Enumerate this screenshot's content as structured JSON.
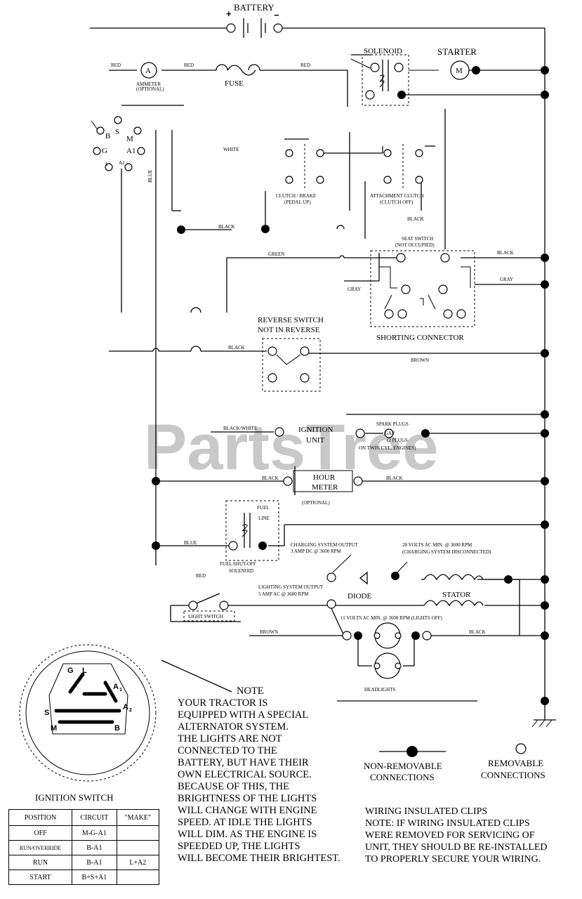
{
  "watermark": "PartsTree",
  "labels": {
    "battery": "BATTERY",
    "plus": "+",
    "minus": "−",
    "solenoid": "SOLENOID",
    "starter": "STARTER",
    "starter_motor": "M",
    "ammeter_letter": "A",
    "ammeter": "AMMETER",
    "ammeter_opt": "(OPTIONAL)",
    "fuse": "FUSE",
    "red1": "RED",
    "red2": "RED",
    "red3": "RED",
    "white": "WHITE",
    "clutch_brake": "CLUTCH / BRAKE",
    "pedal_up": "(PEDAL UP)",
    "attachment_clutch": "ATTACHMENT CLUTCH",
    "clutch_off": "(CLUTCH OFF)",
    "black1": "BLACK",
    "black_top": "BLACK",
    "seat_switch": "SEAT SWITCH",
    "not_occupied": "(NOT OCCUPIED)",
    "green": "GREEN",
    "black2": "BLACK",
    "gray1": "GRAY",
    "gray2": "GRAY",
    "blue": "BLUE",
    "shorting_connector": "SHORTING CONNECTOR",
    "reverse_switch": "REVERSE SWITCH",
    "not_in_reverse": "NOT IN REVERSE",
    "black3": "BLACK",
    "brown": "BROWN",
    "black_white": "BLACK/WHITE",
    "ignition": "IGNITION",
    "unit": "UNIT",
    "spark_plugs": "SPARK PLUGS",
    "gap": "GAP",
    "plugs2": "(2 PLUGS",
    "twin_cyl": "ON TWIN CYL. ENGINES)",
    "hour": "HOUR",
    "meter": "METER",
    "optional": "(OPTIONAL)",
    "black4": "BLACK",
    "black5": "BLACK",
    "fuel": "FUEL",
    "line": "LINE",
    "blue2": "BLUE",
    "fuel_shutoff": "FUEL SHUT-OFF",
    "solenoid2": "SOLENOID",
    "charging_output": "CHARGING SYSTEM OUTPUT",
    "charging_amp": "3 AMP DC @ 3600 RPM",
    "volts28": "28 VOLTS AC MIN. @ 3600 RPM",
    "charging_disc": "(CHARGING SYSTEM DISCONNECTED)",
    "red4": "RED",
    "lighting_output": "LIGHTING SYSTEM OUTPUT",
    "lighting_amp": "5 AMP AC @ 3600 RPM",
    "diode": "DIODE",
    "stator": "STATOR",
    "light_switch": "LIGHT SWITCH",
    "volts11": "11 VOLTS AC MIN. @ 3600 RPM (LIGHTS OFF)",
    "brown2": "BROWN",
    "black6": "BLACK",
    "headlights": "HEADLIGHTS",
    "ign_g": "G",
    "ign_l": "L",
    "ign_a1": "A",
    "ign_a1_sub": "1",
    "ign_a2": "A",
    "ign_a2_sub": "2",
    "ign_s": "S",
    "ign_m": "M",
    "ign_b": "B",
    "top_b": "B",
    "top_s": "S",
    "top_m": "M",
    "top_g": "G",
    "top_a1": "A1",
    "top_a2": "A2",
    "top_l": "L",
    "ignition_switch": "IGNITION SWITCH",
    "non_removable": "NON-REMOVABLE",
    "connections1": "CONNECTIONS",
    "removable": "REMOVABLE",
    "connections2": "CONNECTIONS"
  },
  "note": {
    "title": "NOTE",
    "lines": [
      "YOUR TRACTOR IS",
      "EQUIPPED WITH A SPECIAL",
      "ALTERNATOR SYSTEM.",
      "THE LIGHTS ARE NOT",
      "CONNECTED TO THE",
      "BATTERY, BUT HAVE THEIR",
      "OWN ELECTRICAL SOURCE.",
      "BECAUSE OF THIS, THE",
      "BRIGHTNESS OF THE LIGHTS",
      "WILL CHANGE WITH ENGINE",
      "SPEED.  AT IDLE THE LIGHTS",
      "WILL DIM.  AS THE ENGINE IS",
      "SPEEDED UP, THE LIGHTS",
      "WILL BECOME THEIR BRIGHTEST."
    ]
  },
  "clips_note": {
    "lines": [
      "WIRING INSULATED CLIPS",
      "NOTE:  IF WIRING INSULATED CLIPS",
      "WERE REMOVED FOR SERVICING OF",
      "UNIT, THEY SHOULD BE RE-INSTALLED",
      "TO PROPERLY SECURE YOUR WIRING."
    ]
  },
  "ignition_table": {
    "headers": [
      "POSITION",
      "CIRCUIT",
      "\"MAKE\""
    ],
    "rows": [
      [
        "OFF",
        "M-G-A1",
        ""
      ],
      [
        "RUN/OVERRIDE",
        "B-A1",
        ""
      ],
      [
        "RUN",
        "B-A1",
        "L+A2"
      ],
      [
        "START",
        "B+S+A1",
        ""
      ]
    ]
  }
}
